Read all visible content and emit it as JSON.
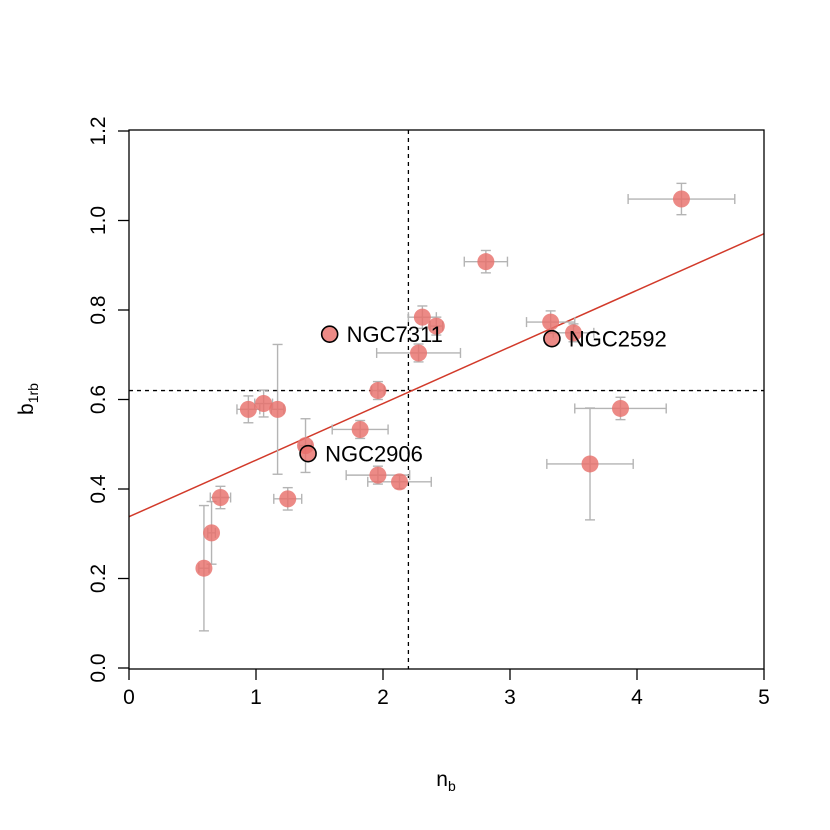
{
  "chart_data": {
    "type": "scatter",
    "title": "",
    "xlabel": "n",
    "xlabel_subscript": "b",
    "ylabel": "b",
    "ylabel_subscript": "1rb",
    "xlim": [
      0,
      5
    ],
    "ylim": [
      0,
      1.2
    ],
    "xticks": [
      0,
      1,
      2,
      3,
      4,
      5
    ],
    "xtick_labels": [
      "0",
      "1",
      "2",
      "3",
      "4",
      "5"
    ],
    "yticks": [
      0,
      0.2,
      0.4,
      0.6,
      0.8,
      1.0,
      1.2
    ],
    "ytick_labels": [
      "0.0",
      "0.2",
      "0.4",
      "0.6",
      "0.8",
      "1.0",
      "1.2"
    ],
    "grid": false,
    "point_color": "#e8706b",
    "errorbar_color": "#b4b4b4",
    "fit_line_color": "#d23a2a",
    "fit_line": {
      "intercept": 0.338,
      "slope": 0.1265
    },
    "reference_lines": {
      "x": 2.2,
      "y": 0.62,
      "style": "dashed"
    },
    "points": [
      {
        "x": 0.59,
        "y": 0.223,
        "xerr": 0.04,
        "yerr": 0.14
      },
      {
        "x": 0.65,
        "y": 0.302,
        "xerr": 0.03,
        "yerr": 0.07
      },
      {
        "x": 0.72,
        "y": 0.381,
        "xerr": 0.08,
        "yerr": 0.025
      },
      {
        "x": 0.94,
        "y": 0.578,
        "xerr": 0.09,
        "yerr": 0.03
      },
      {
        "x": 1.06,
        "y": 0.591,
        "xerr": 0.07,
        "yerr": 0.03
      },
      {
        "x": 1.17,
        "y": 0.578,
        "xerr": 0.05,
        "yerr": 0.145
      },
      {
        "x": 1.25,
        "y": 0.378,
        "xerr": 0.11,
        "yerr": 0.025
      },
      {
        "x": 1.39,
        "y": 0.497,
        "xerr": 0.05,
        "yerr": 0.06
      },
      {
        "x": 1.82,
        "y": 0.533,
        "xerr": 0.22,
        "yerr": 0.02
      },
      {
        "x": 1.96,
        "y": 0.431,
        "xerr": 0.25,
        "yerr": 0.02
      },
      {
        "x": 1.96,
        "y": 0.62,
        "xerr": 0.05,
        "yerr": 0.02
      },
      {
        "x": 2.13,
        "y": 0.416,
        "xerr": 0.25,
        "yerr": 0.015
      },
      {
        "x": 2.28,
        "y": 0.704,
        "xerr": 0.33,
        "yerr": 0.02
      },
      {
        "x": 2.31,
        "y": 0.784,
        "xerr": 0.11,
        "yerr": 0.025
      },
      {
        "x": 2.42,
        "y": 0.764,
        "xerr": 0.05,
        "yerr": 0.02
      },
      {
        "x": 2.81,
        "y": 0.908,
        "xerr": 0.17,
        "yerr": 0.025
      },
      {
        "x": 3.32,
        "y": 0.773,
        "xerr": 0.19,
        "yerr": 0.025
      },
      {
        "x": 3.5,
        "y": 0.749,
        "xerr": 0.16,
        "yerr": 0.02
      },
      {
        "x": 3.63,
        "y": 0.456,
        "xerr": 0.34,
        "yerr": 0.125
      },
      {
        "x": 3.87,
        "y": 0.58,
        "xerr": 0.36,
        "yerr": 0.025
      },
      {
        "x": 4.35,
        "y": 1.048,
        "xerr": 0.42,
        "yerr": 0.035
      }
    ],
    "highlighted": [
      {
        "name": "NGC7311",
        "x": 1.58,
        "y": 0.746
      },
      {
        "name": "NGC2592",
        "x": 3.33,
        "y": 0.736
      },
      {
        "name": "NGC2906",
        "x": 1.41,
        "y": 0.479
      }
    ]
  }
}
